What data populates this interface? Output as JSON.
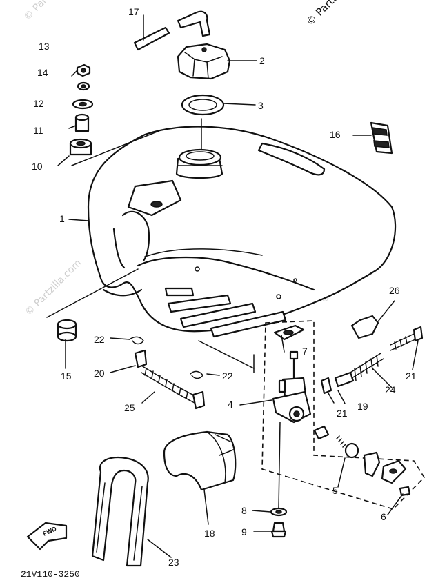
{
  "watermarks": {
    "top_left": "© Partzilla.com",
    "top_right": "© Partzilla.com",
    "mid_left": "© Partzilla.com",
    "mid_right": "© Partzilla.com"
  },
  "diagram_code": "21V110-3250",
  "fwd_label": "FWD",
  "callouts": {
    "c1": "1",
    "c2": "2",
    "c3": "3",
    "c4": "4",
    "c5": "5",
    "c6": "6",
    "c7": "7",
    "c8": "8",
    "c9": "9",
    "c10": "10",
    "c11": "11",
    "c12": "12",
    "c13": "13",
    "c14": "14",
    "c15": "15",
    "c16": "16",
    "c17": "17",
    "c18": "18",
    "c19": "19",
    "c20": "20",
    "c21a": "21",
    "c21b": "21",
    "c22a": "22",
    "c22b": "22",
    "c23": "23",
    "c24": "24",
    "c25": "25",
    "c26": "26"
  }
}
